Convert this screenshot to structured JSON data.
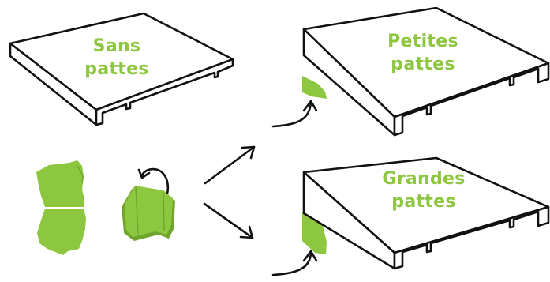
{
  "colors": {
    "accent_green": "#8dc63f",
    "outline": "#111111",
    "background": "#ffffff"
  },
  "labels": {
    "no_tabs": [
      "Sans",
      "pattes"
    ],
    "small_tabs": [
      "Petites",
      "pattes"
    ],
    "large_tabs": [
      "Grandes",
      "pattes"
    ]
  },
  "icons": {
    "fold_curve": "curved-arrow-icon",
    "choice_arrows": "arrow-icon"
  }
}
